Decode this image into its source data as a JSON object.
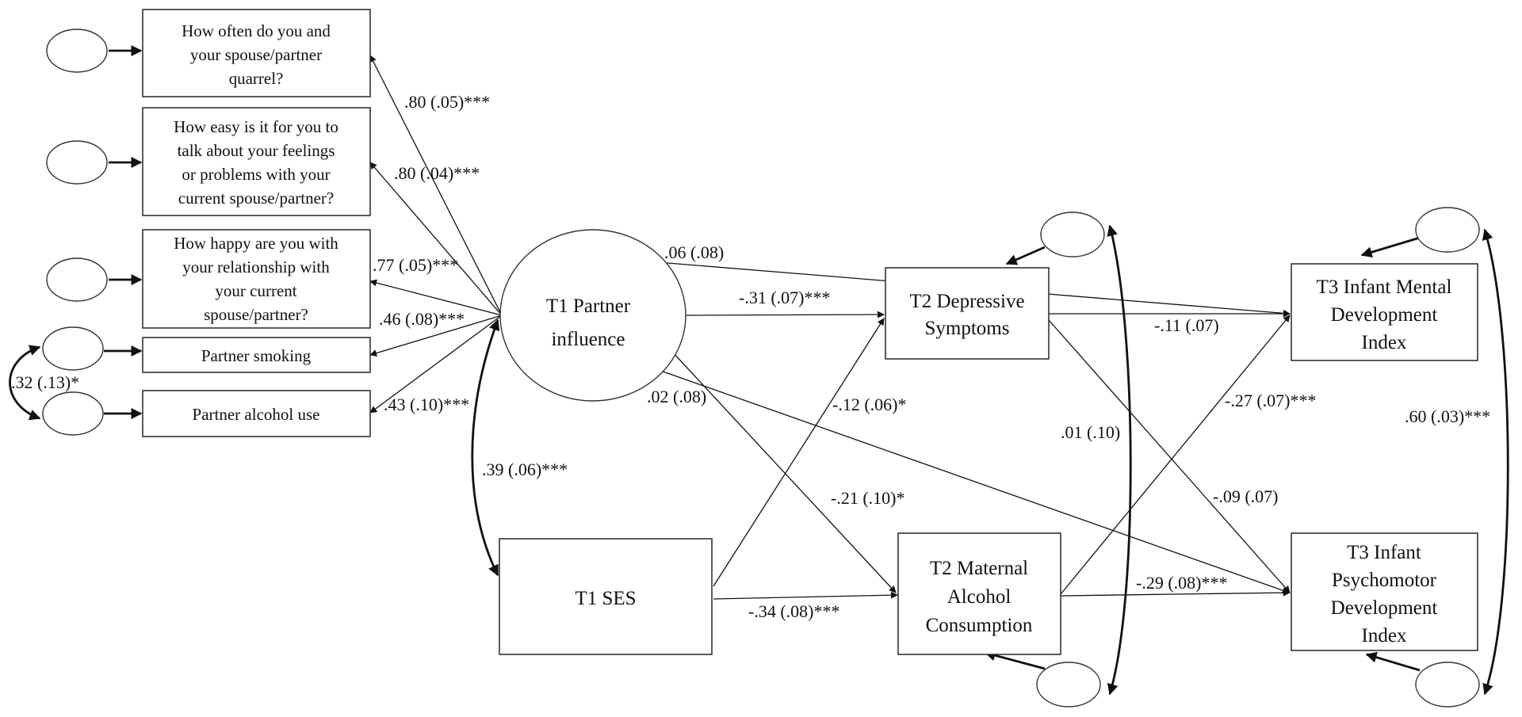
{
  "indicators": [
    [
      "How often do you and",
      "your spouse/partner",
      "quarrel?"
    ],
    [
      "How easy is it for you to",
      "talk about your feelings",
      "or problems with your",
      "current spouse/partner?"
    ],
    [
      "How happy are you with",
      "your relationship with",
      "your current",
      "spouse/partner?"
    ],
    [
      "Partner smoking"
    ],
    [
      "Partner alcohol use"
    ]
  ],
  "latent": [
    "T1 Partner",
    "influence"
  ],
  "ses": "T1 SES",
  "dep": [
    "T2 Depressive",
    "Symptoms"
  ],
  "alc": [
    "T2 Maternal",
    "Alcohol",
    "Consumption"
  ],
  "mdi": [
    "T3 Infant Mental",
    "Development",
    "Index"
  ],
  "pdi": [
    "T3 Infant",
    "Psychomotor",
    "Development",
    "Index"
  ],
  "coefficients": {
    "load1": ".80 (.05)***",
    "load2": ".80 (.04)***",
    "load3": ".77 (.05)***",
    "load4": ".46 (.08)***",
    "load5": ".43 (.10)***",
    "smoke_alc_cov": ".32 (.13)*",
    "latent_ses_cov": ".39 (.06)***",
    "latent_mdi": ".06 (.08)",
    "latent_dep": "-.31 (.07)***",
    "latent_pdi": ".02 (.08)",
    "latent_alc": "-.21 (.10)*",
    "ses_dep": "-.12 (.06)*",
    "ses_alc": "-.34 (.08)***",
    "dep_mdi": "-.11 (.07)",
    "dep_pdi": "-.09 (.07)",
    "alc_mdi": "-.27 (.07)***",
    "alc_pdi": "-.29 (.08)***",
    "dep_alc_res": ".01 (.10)",
    "mdi_pdi_res": ".60 (.03)***"
  }
}
